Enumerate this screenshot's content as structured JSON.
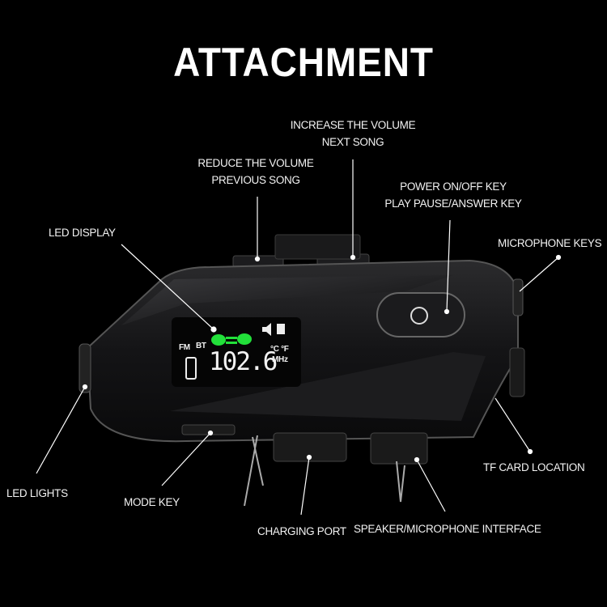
{
  "title": "ATTACHMENT",
  "callouts": {
    "increase_volume": {
      "line1": "INCREASE THE VOLUME",
      "line2": "NEXT SONG"
    },
    "reduce_volume": {
      "line1": "REDUCE THE VOLUME",
      "line2": "PREVIOUS SONG"
    },
    "power_key": {
      "line1": "POWER ON/OFF KEY",
      "line2": "PLAY PAUSE/ANSWER KEY"
    },
    "led_display": "LED DISPLAY",
    "microphone_keys": "MICROPHONE KEYS",
    "tf_card": "TF CARD LOCATION",
    "led_lights": "LED LIGHTS",
    "mode_key": "MODE KEY",
    "charging_port": "CHARGING PORT",
    "speaker_mic": "SPEAKER/MICROPHONE INTERFACE"
  },
  "display": {
    "fm": "FM",
    "bt": "BT",
    "frequency": "102.6",
    "temp_units": "°C °F",
    "freq_unit": "MHz",
    "icons": [
      "battery-icon",
      "link-icon",
      "speaker-icon",
      "sd-card-icon"
    ]
  },
  "colors": {
    "background": "#000000",
    "text": "#ffffff",
    "display_green": "#22e03a"
  }
}
